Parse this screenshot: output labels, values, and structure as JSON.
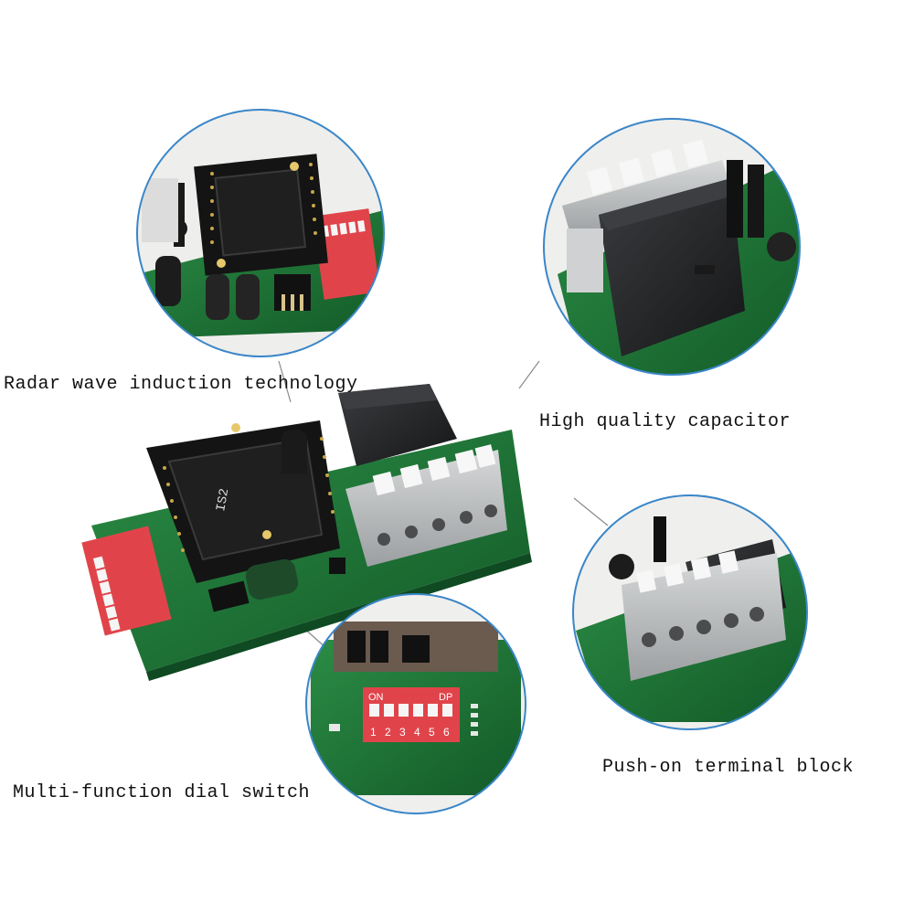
{
  "captions": {
    "radar": "Radar wave induction technology",
    "capacitor": "High quality capacitor",
    "dial_switch": "Multi-function dial switch",
    "terminal_block": "Push-on terminal block"
  },
  "board_markings": {
    "dip_on": "ON",
    "dip_dp": "DP",
    "dip_numbers": [
      "1",
      "2",
      "3",
      "4",
      "5",
      "6"
    ],
    "module_code": "IS2"
  },
  "colors": {
    "circle_ring": "#3a86c8",
    "pcb_green": "#1f7a3a",
    "pcb_dark": "#14592a",
    "dip_red": "#e0444a",
    "module_black": "#141414",
    "terminal_gray": "#b9bcbd",
    "relay_black": "#222426"
  }
}
